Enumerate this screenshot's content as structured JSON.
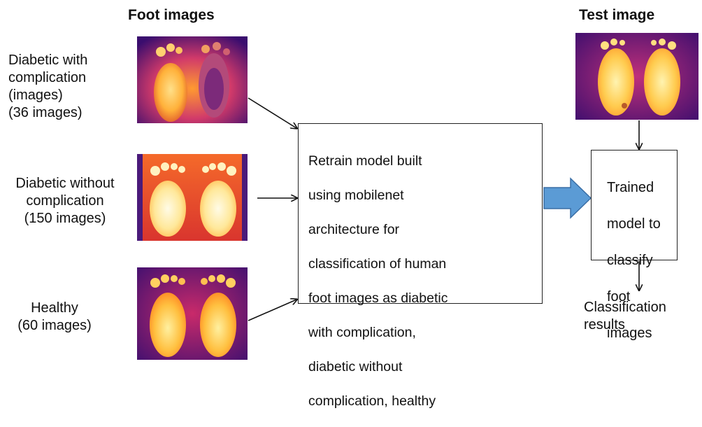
{
  "headers": {
    "foot_images": "Foot images",
    "test_image": "Test image"
  },
  "categories": [
    {
      "lines": [
        "Diabetic with",
        "complication",
        "(images)",
        "(36 images)"
      ]
    },
    {
      "lines": [
        "Diabetic without",
        "complication",
        "(150 images)"
      ]
    },
    {
      "lines": [
        "Healthy",
        "(60 images)"
      ]
    }
  ],
  "model_box": {
    "lines": [
      "Retrain model built",
      "using mobilenet",
      "architecture for",
      "classification of human",
      "foot images as diabetic",
      "with complication,",
      "diabetic without",
      "complication, healthy"
    ]
  },
  "trained_box": {
    "lines": [
      "Trained",
      "model to",
      "classify",
      "foot",
      "images"
    ]
  },
  "results": {
    "lines": [
      "Classification",
      "results"
    ]
  },
  "colors": {
    "block_arrow_fill": "#5b9bd5",
    "block_arrow_stroke": "#3a6ea5",
    "thermal_bg": "#3a0d6e",
    "thermal_mid": "#c21f6b",
    "thermal_hot": "#ff8c1a",
    "thermal_white": "#fff6c8"
  }
}
